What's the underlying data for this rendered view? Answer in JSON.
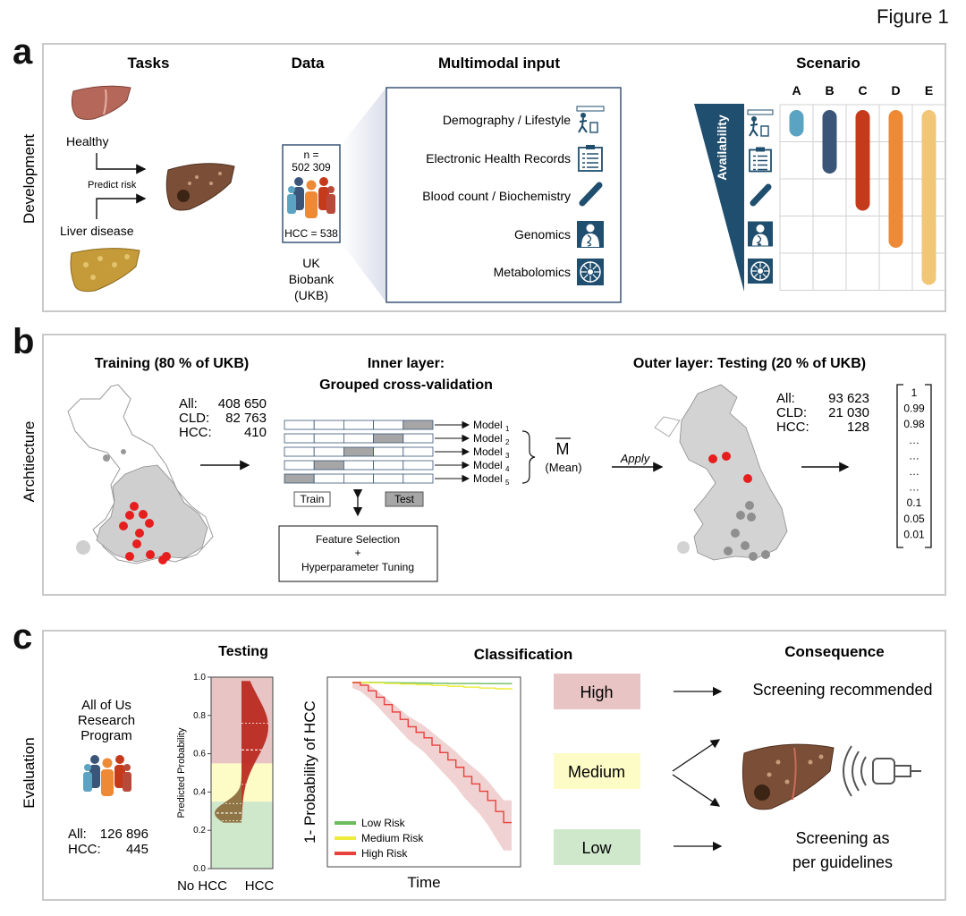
{
  "figure_title": "Figure 1",
  "panels": {
    "a": {
      "letter": "a",
      "side_label": "Development",
      "tasks": {
        "title": "Tasks",
        "healthy": "Healthy",
        "predict": "Predict risk",
        "liver_disease": "Liver  disease"
      },
      "data": {
        "title": "Data",
        "n_label": "n =",
        "n_value": "502 309",
        "hcc": "HCC = 538",
        "source_line1": "UK",
        "source_line2": "Biobank",
        "source_line3": "(UKB)"
      },
      "multimodal": {
        "title": "Multimodal input",
        "items": [
          {
            "label": "Demography  / Lifestyle",
            "icon": "person-walking-icon"
          },
          {
            "label": "Electronic Health Records",
            "icon": "clipboard-icon"
          },
          {
            "label": "Blood count / Biochemistry",
            "icon": "test-tube-icon"
          },
          {
            "label": "Genomics",
            "icon": "dna-person-icon"
          },
          {
            "label": "Metabolomics",
            "icon": "metabolomics-icon"
          }
        ]
      },
      "scenario": {
        "title": "Scenario",
        "availability": "Availability",
        "columns": [
          "A",
          "B",
          "C",
          "D",
          "E"
        ],
        "bar_rows_covered": [
          1,
          2,
          3,
          4,
          5
        ],
        "colors": [
          "#5aa3c2",
          "#3a5578",
          "#c63a1c",
          "#ee8a35",
          "#f1c676"
        ]
      }
    },
    "b": {
      "letter": "b",
      "side_label": "Archtiecture",
      "training": {
        "title": "Training (80 % of UKB)",
        "stats": [
          {
            "label": "All:",
            "value": "408 650"
          },
          {
            "label": "CLD:",
            "value": "82 763"
          },
          {
            "label": "HCC:",
            "value": "410"
          }
        ]
      },
      "inner": {
        "title_line1": "Inner layer:",
        "title_line2": "Grouped cross-validation",
        "models": [
          {
            "label": "Model",
            "sub": "1"
          },
          {
            "label": "Model",
            "sub": "2"
          },
          {
            "label": "Model",
            "sub": "3"
          },
          {
            "label": "Model",
            "sub": "4"
          },
          {
            "label": "Model",
            "sub": "5"
          }
        ],
        "mean_symbol": "M",
        "mean_label": "(Mean)",
        "train": "Train",
        "test": "Test",
        "feature_line1": "Feature Selection",
        "feature_line2": "+",
        "feature_line3": "Hyperparameter Tuning"
      },
      "outer": {
        "title": "Outer layer: Testing (20 % of UKB)",
        "apply": "Apply",
        "stats": [
          {
            "label": "All:",
            "value": "93 623"
          },
          {
            "label": "CLD:",
            "value": "21 030"
          },
          {
            "label": "HCC:",
            "value": "128"
          }
        ],
        "vector": [
          "1",
          "0.99",
          "0.98",
          "…",
          "…",
          "…",
          "…",
          "0.1",
          "0.05",
          "0.01"
        ]
      }
    },
    "c": {
      "letter": "c",
      "side_label": "Evaluation",
      "program_line1": "All of Us",
      "program_line2": "Research",
      "program_line3": "Program",
      "stats": [
        {
          "label": "All:",
          "value": "126 896"
        },
        {
          "label": "HCC:",
          "value": "445"
        }
      ],
      "testing_title": "Testing",
      "classification_title": "Classification",
      "consequence_title": "Consequence",
      "risk_boxes": [
        {
          "label": "High",
          "color": "#e8c4c4"
        },
        {
          "label": "Medium",
          "color": "#fdfbc6"
        },
        {
          "label": "Low",
          "color": "#cfe8cc"
        }
      ],
      "consequence_high": "Screening recommended",
      "consequence_low_line1": "Screening as",
      "consequence_low_line2": "per guidelines"
    }
  },
  "chart_data": [
    {
      "type": "violin",
      "ylabel": "Predicted Probability",
      "categories": [
        "No HCC",
        "HCC"
      ],
      "ylim": [
        0,
        1
      ],
      "yticks": [
        "0.0",
        "0.2",
        "0.4",
        "0.6",
        "0.8",
        "1.0"
      ],
      "risk_bands": [
        {
          "name": "Low",
          "from": 0.0,
          "to": 0.35,
          "color": "#cfe8cc"
        },
        {
          "name": "Medium",
          "from": 0.35,
          "to": 0.55,
          "color": "#fdfbc6"
        },
        {
          "name": "High",
          "from": 0.55,
          "to": 1.0,
          "color": "#e8c4c4"
        }
      ],
      "series": [
        {
          "name": "No HCC",
          "quartiles": [
            0.25,
            0.29,
            0.34
          ],
          "range": [
            0.24,
            0.5
          ]
        },
        {
          "name": "HCC",
          "quartiles": [
            0.44,
            0.62,
            0.76
          ],
          "range": [
            0.26,
            0.98
          ]
        }
      ]
    },
    {
      "type": "line",
      "xlabel": "Time",
      "ylabel": "1- Probability of HCC",
      "ylim": [
        0,
        1
      ],
      "series": [
        {
          "name": "Low Risk",
          "color": "#6dbb5e",
          "x": [
            0,
            1,
            2,
            3,
            4,
            5,
            6,
            7,
            8,
            9,
            10
          ],
          "y": [
            1.0,
            1.0,
            0.999,
            0.998,
            0.997,
            0.996,
            0.995,
            0.995,
            0.994,
            0.994,
            0.993
          ]
        },
        {
          "name": "Medium Risk",
          "color": "#eded3a",
          "x": [
            0,
            1,
            2,
            3,
            4,
            5,
            6,
            7,
            8,
            9,
            10
          ],
          "y": [
            1.0,
            0.998,
            0.995,
            0.992,
            0.988,
            0.984,
            0.98,
            0.975,
            0.97,
            0.966,
            0.962
          ]
        },
        {
          "name": "High Risk",
          "color": "#e8413c",
          "x": [
            0,
            0.5,
            1,
            1.5,
            2,
            2.5,
            3,
            3.5,
            4,
            4.5,
            5,
            5.5,
            6,
            6.5,
            7,
            7.5,
            8,
            8.5,
            9,
            9.5,
            10
          ],
          "y": [
            1.0,
            0.985,
            0.955,
            0.92,
            0.88,
            0.84,
            0.8,
            0.76,
            0.73,
            0.7,
            0.66,
            0.62,
            0.58,
            0.54,
            0.49,
            0.45,
            0.41,
            0.36,
            0.3,
            0.24,
            0.24
          ]
        }
      ]
    }
  ]
}
